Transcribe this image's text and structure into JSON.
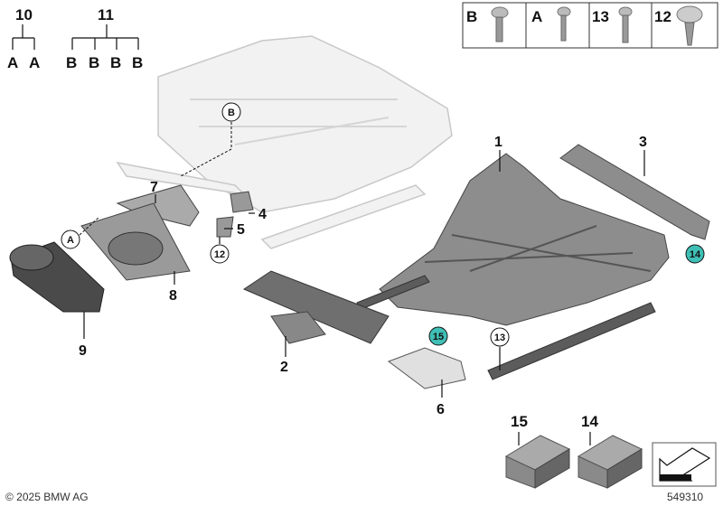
{
  "legend": {
    "cells": [
      {
        "label": "B"
      },
      {
        "label": "A"
      },
      {
        "label": "13"
      },
      {
        "label": "12"
      }
    ]
  },
  "groups": {
    "g10": {
      "label": "10",
      "children": [
        "A",
        "A"
      ]
    },
    "g11": {
      "label": "11",
      "children": [
        "B",
        "B",
        "B",
        "B"
      ]
    }
  },
  "callouts": {
    "p1": "1",
    "p2": "2",
    "p3": "3",
    "p4": "4",
    "p5": "5",
    "p6": "6",
    "p7": "7",
    "p8": "8",
    "p9": "9",
    "p14": "14",
    "p15": "15"
  },
  "circles": {
    "B": "B",
    "A": "A",
    "c12": "12",
    "c13": "13",
    "c14": "14",
    "c15": "15"
  },
  "colors": {
    "highlight": "#3fbfb5"
  },
  "copyright": "© 2025 BMW AG",
  "diagram_id": "549310"
}
